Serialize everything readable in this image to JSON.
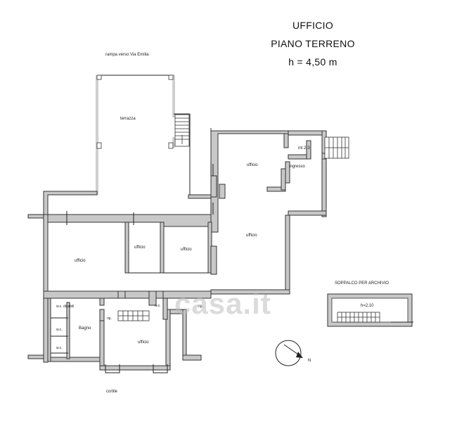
{
  "title": {
    "line1": "UFFICIO",
    "line2": "PIANO TERRENO",
    "line3": "h = 4,50 m"
  },
  "labels": {
    "rampa": "rampa verso Via Emilia",
    "terrazza": "terrazza",
    "ufficio_ne": "ufficio",
    "ingresso": "ingresso",
    "int": "int 2-3",
    "ufficio_e": "ufficio",
    "ufficio_c1": "ufficio",
    "ufficio_c2": "ufficio",
    "ufficio_w": "ufficio",
    "wc_disabili": "w.c. disabili",
    "wc1": "w.c.",
    "wc2": "w.c.",
    "bagno": "Bagno",
    "rip1": "rip.",
    "wc3": "w.c.",
    "rip2": "rip.",
    "ufficio_s": "ufficio",
    "cortile": "cortile",
    "soppalco": "SOPPALCO PER ARCHIVIO",
    "soppalco_h": "h=2,10",
    "north": "N"
  },
  "watermark": "casa.it",
  "colors": {
    "wall_fill": "#c8c8c8",
    "line": "#222222"
  }
}
